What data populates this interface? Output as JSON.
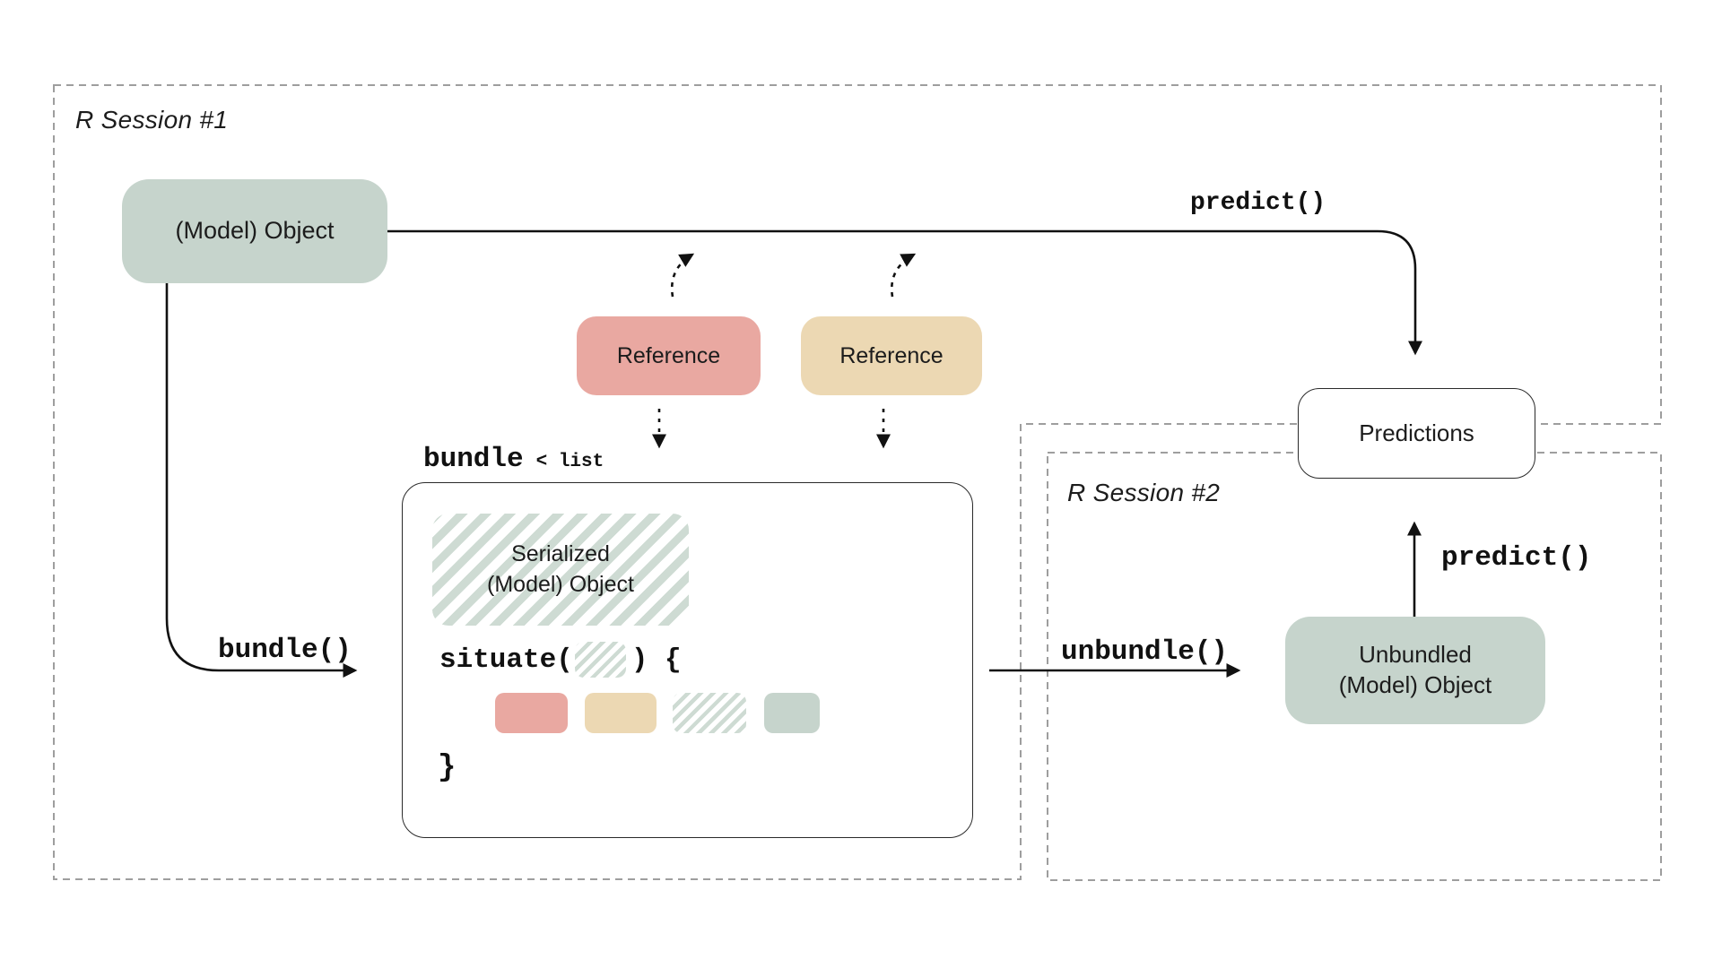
{
  "diagram": {
    "session1": {
      "label": "R Session #1"
    },
    "session2": {
      "label": "R Session #2"
    },
    "model_object": {
      "label": "(Model) Object"
    },
    "reference_red": {
      "label": "Reference"
    },
    "reference_tan": {
      "label": "Reference"
    },
    "predictions": {
      "label": "Predictions"
    },
    "serialized": {
      "line1": "Serialized",
      "line2": "(Model) Object"
    },
    "unbundled": {
      "line1": "Unbundled",
      "line2": "(Model) Object"
    },
    "bundle_header": {
      "name": "bundle",
      "type_hint": "< list"
    },
    "situate": {
      "open": "situate(",
      "close": ") {",
      "brace": "}"
    },
    "arrows": {
      "predict_top": "predict()",
      "bundle": "bundle()",
      "unbundle": "unbundle()",
      "predict_right": "predict()"
    },
    "colors": {
      "sage": "#c6d4cc",
      "salmon": "#e9a8a1",
      "tan": "#ecd8b3",
      "stripe_green": "#cedbd3",
      "dash_gray": "#9e9e9e",
      "ink": "#1c1c1c"
    }
  }
}
